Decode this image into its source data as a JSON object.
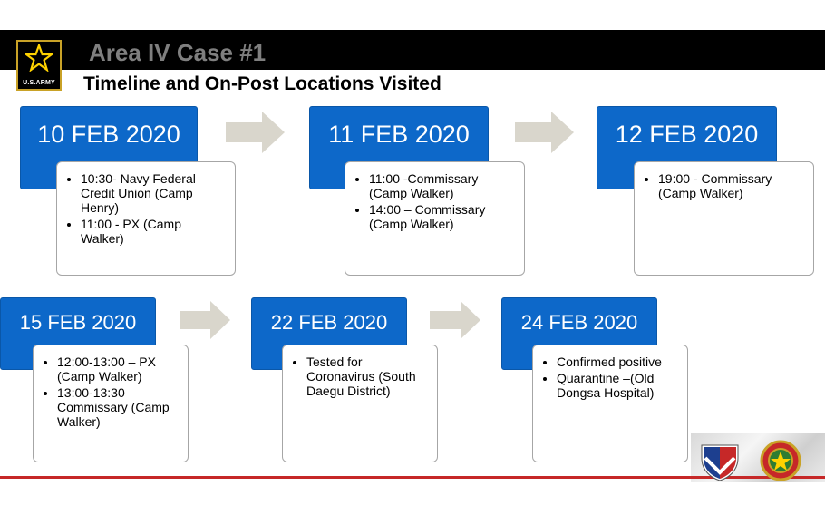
{
  "header": {
    "title": "Area IV Case #1",
    "subtitle": "Timeline and On-Post Locations Visited",
    "logo_text": "U.S.ARMY"
  },
  "timeline": [
    {
      "date": "10 FEB 2020",
      "items": [
        "10:30- Navy Federal Credit Union (Camp Henry)",
        "11:00 - PX (Camp Walker)"
      ]
    },
    {
      "date": "11 FEB 2020",
      "items": [
        "11:00 -Commissary (Camp Walker)",
        "14:00 – Commissary (Camp Walker)"
      ]
    },
    {
      "date": "12 FEB 2020",
      "items": [
        "19:00 - Commissary (Camp Walker)"
      ]
    },
    {
      "date": "15 FEB 2020",
      "items": [
        "12:00-13:00 – PX (Camp Walker)",
        "13:00-13:30 Commissary (Camp Walker)"
      ]
    },
    {
      "date": "22 FEB 2020",
      "items": [
        "Tested for Coronavirus (South Daegu District)"
      ]
    },
    {
      "date": "24 FEB 2020",
      "items": [
        "Confirmed positive",
        "Quarantine –(Old Dongsa Hospital)"
      ]
    }
  ],
  "colors": {
    "date_box": "#0d68c9",
    "arrow": "#d9d6cc",
    "title": "#7f7f7f",
    "stripe": "#c62828"
  },
  "icons": [
    "army-star-icon",
    "right-arrow-icon",
    "amc-shield-icon",
    "rock-of-the-marne-icon"
  ]
}
